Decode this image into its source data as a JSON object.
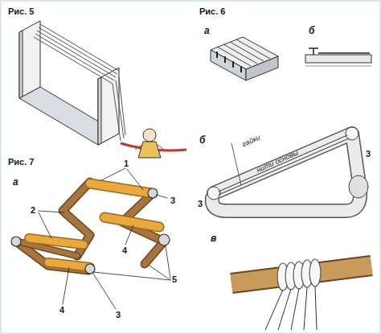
{
  "diagram": {
    "labels": [
      "Рис. 5",
      "Рис. 6",
      "а",
      "б",
      "Рис. 7",
      "а",
      "б",
      "гайки",
      "нити основы",
      "3",
      "3",
      "1",
      "2",
      "3",
      "4",
      "4",
      "5",
      "3",
      "в"
    ]
  }
}
